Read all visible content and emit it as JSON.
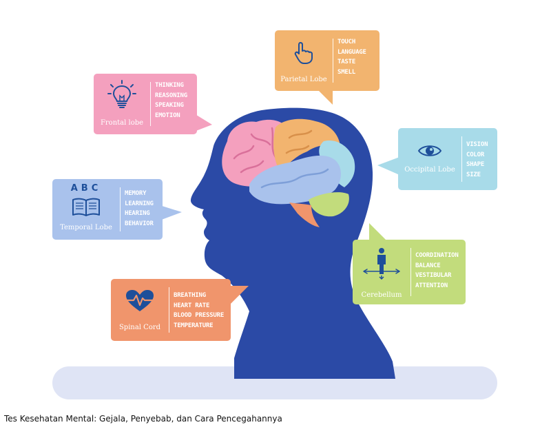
{
  "colors": {
    "frontal": "#f4a0be",
    "parietal": "#f2b46f",
    "occipital": "#a8dbe9",
    "temporal": "#a9c2ec",
    "cerebellum": "#c2dc7c",
    "spinal": "#f0956c",
    "head": "#2b4aa6",
    "floor": "#dfe4f5"
  },
  "callouts": {
    "parietal": {
      "icon": "pointing-hand-icon",
      "name": "Parietal Lobe",
      "functions": [
        "TOUCH",
        "LANGUAGE",
        "TASTE",
        "SMELL"
      ]
    },
    "frontal": {
      "icon": "lightbulb-icon",
      "name": "Frontal lobe",
      "functions": [
        "THINKING",
        "REASONING",
        "SPEAKING",
        "EMOTION"
      ]
    },
    "occipital": {
      "icon": "eye-icon",
      "name": "Occipital Lobe",
      "functions": [
        "VISION",
        "COLOR",
        "SHAPE",
        "SIZE"
      ]
    },
    "temporal": {
      "icon": "open-book-icon",
      "letters": "ABC",
      "name": "Temporal Lobe",
      "functions": [
        "MEMORY",
        "LEARNING",
        "HEARING",
        "BEHAVIOR"
      ]
    },
    "cerebellum": {
      "icon": "person-balance-icon",
      "name": "Cerebellum",
      "functions": [
        "COORDINATION",
        "BALANCE",
        "VESTIBULAR",
        "ATTENTION"
      ]
    },
    "spinal": {
      "icon": "heartbeat-icon",
      "name": "Spinal Cord",
      "functions": [
        "BREATHING",
        "HEART RATE",
        "BLOOD PRESSURE",
        "TEMPERATURE"
      ]
    }
  },
  "caption": "Tes Kesehatan Mental: Gejala, Penyebab, dan Cara Pencegahannya"
}
